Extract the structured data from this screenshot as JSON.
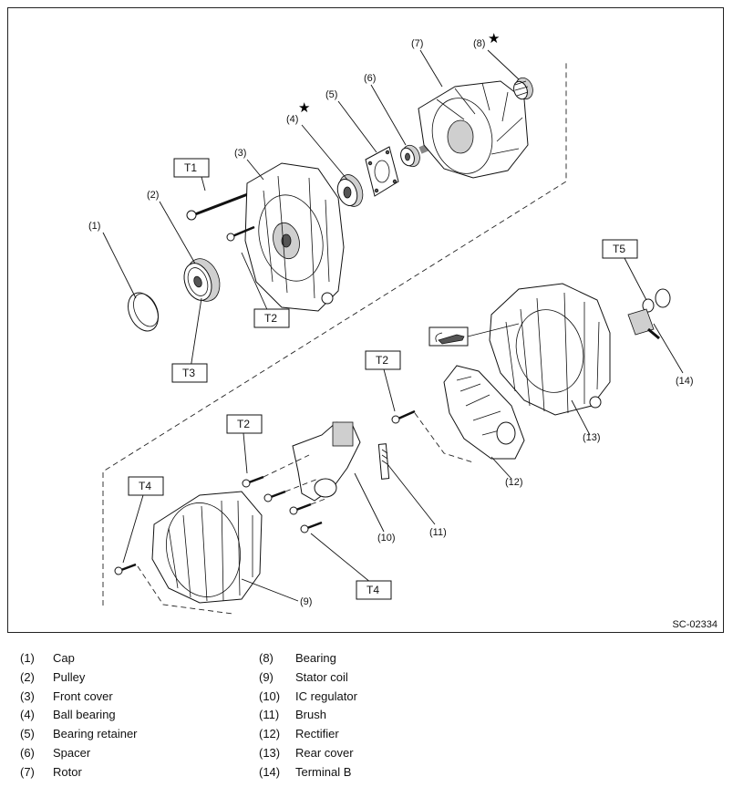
{
  "figure_code": "SC-02334",
  "callouts": {
    "c1": "(1)",
    "c2": "(2)",
    "c3": "(3)",
    "c4": "(4)",
    "c5": "(5)",
    "c6": "(6)",
    "c7": "(7)",
    "c8": "(8)",
    "c9": "(9)",
    "c10": "(10)",
    "c11": "(11)",
    "c12": "(12)",
    "c13": "(13)",
    "c14": "(14)"
  },
  "torque_tags": {
    "t1": "T1",
    "t2a": "T2",
    "t2b": "T2",
    "t2c": "T2",
    "t3": "T3",
    "t4a": "T4",
    "t4b": "T4",
    "t5": "T5"
  },
  "legend": [
    {
      "num": "(1)",
      "name": "Cap"
    },
    {
      "num": "(2)",
      "name": "Pulley"
    },
    {
      "num": "(3)",
      "name": "Front cover"
    },
    {
      "num": "(4)",
      "name": "Ball bearing"
    },
    {
      "num": "(5)",
      "name": "Bearing retainer"
    },
    {
      "num": "(6)",
      "name": "Spacer"
    },
    {
      "num": "(7)",
      "name": "Rotor"
    },
    {
      "num": "(8)",
      "name": "Bearing"
    },
    {
      "num": "(9)",
      "name": "Stator coil"
    },
    {
      "num": "(10)",
      "name": "IC regulator"
    },
    {
      "num": "(11)",
      "name": "Brush"
    },
    {
      "num": "(12)",
      "name": "Rectifier"
    },
    {
      "num": "(13)",
      "name": "Rear cover"
    },
    {
      "num": "(14)",
      "name": "Terminal B"
    }
  ],
  "icons": {
    "replace_marker": "star-icon",
    "grease_marker": "grease-gun-icon"
  }
}
